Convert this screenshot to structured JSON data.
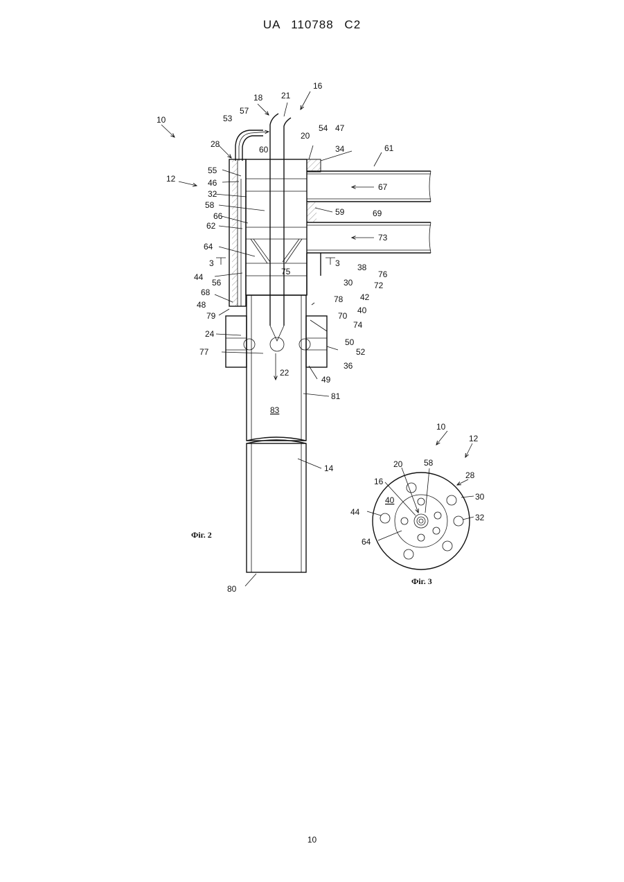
{
  "header": {
    "text": "UA   110788   C2"
  },
  "footer": {
    "page_number": "10"
  },
  "fig2": {
    "caption": "Фіг. 2",
    "labels": {
      "l10": "10",
      "l12": "12",
      "l16": "16",
      "l18": "18",
      "l21": "21",
      "l20": "20",
      "l53": "53",
      "l57": "57",
      "l54": "54",
      "l47": "47",
      "l28": "28",
      "l60": "60",
      "l34": "34",
      "l61": "61",
      "l55": "55",
      "l46": "46",
      "l32": "32",
      "l67": "67",
      "l58": "58",
      "l59": "59",
      "l69": "69",
      "l66": "66",
      "l62": "62",
      "l73": "73",
      "l64": "64",
      "l3a": "3",
      "l3b": "3",
      "l44": "44",
      "l56": "56",
      "l75": "75",
      "l38": "38",
      "l76": "76",
      "l30": "30",
      "l72": "72",
      "l68": "68",
      "l42": "42",
      "l78": "78",
      "l48": "48",
      "l40": "40",
      "l79": "79",
      "l70": "70",
      "l74": "74",
      "l24": "24",
      "l50": "50",
      "l52": "52",
      "l77": "77",
      "l36": "36",
      "l22": "22",
      "l49": "49",
      "l81": "81",
      "l83": "83",
      "l14": "14",
      "l80": "80"
    }
  },
  "fig3": {
    "caption": "Фіг. 3",
    "labels": {
      "l10": "10",
      "l12": "12",
      "l20": "20",
      "l58": "58",
      "l28": "28",
      "l16": "16",
      "l30": "30",
      "l40": "40",
      "l44": "44",
      "l32": "32",
      "l64": "64"
    }
  },
  "icons": [
    "arrow-icon",
    "flow-arrow-icon",
    "section-marker-icon"
  ]
}
